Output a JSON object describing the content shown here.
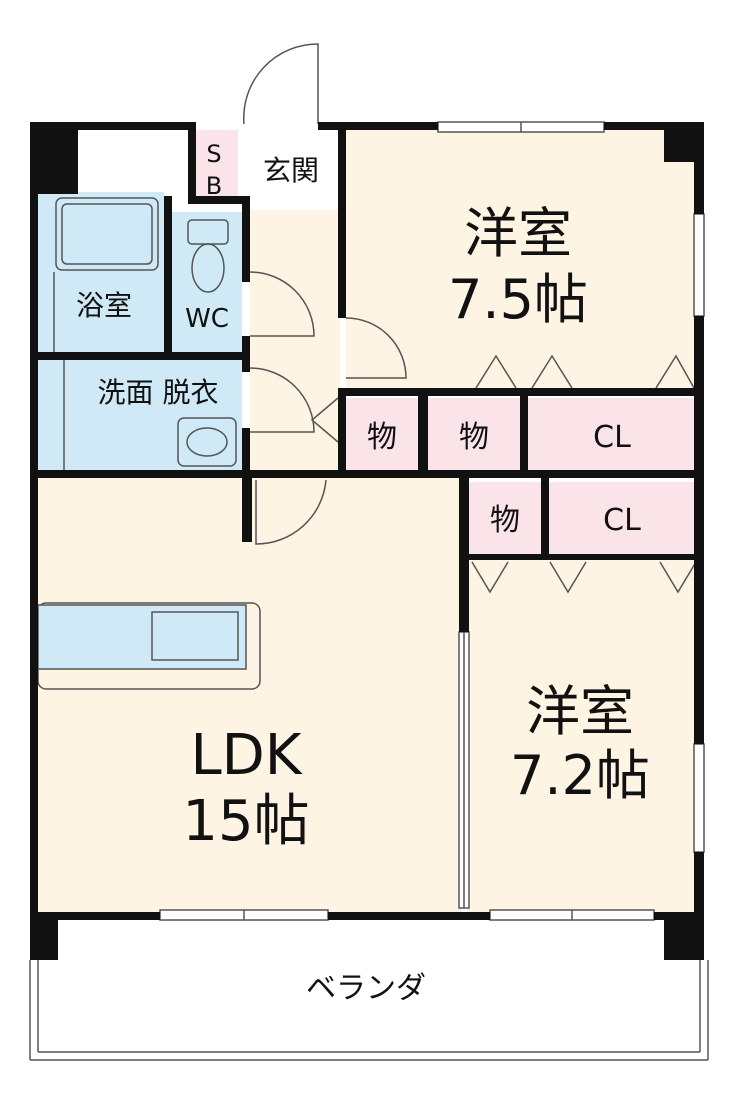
{
  "colors": {
    "room_floor": "#fdf4e3",
    "wet_area": "#cfe9f6",
    "storage": "#fbe3ea",
    "wall": "#111111",
    "line": "#555555"
  },
  "rooms": {
    "shoebox": {
      "line1": "S",
      "line2": "B"
    },
    "entrance": {
      "label": "玄関"
    },
    "western_1": {
      "name": "洋室",
      "size": "7.5帖"
    },
    "bath": {
      "label": "浴室"
    },
    "wc": {
      "label": "WC"
    },
    "washroom": {
      "label": "洗面 脱衣"
    },
    "storage_1": {
      "label": "物"
    },
    "storage_2": {
      "label": "物"
    },
    "closet_1": {
      "label": "CL"
    },
    "storage_3": {
      "label": "物"
    },
    "closet_2": {
      "label": "CL"
    },
    "western_2": {
      "name": "洋室",
      "size": "7.2帖"
    },
    "ldk": {
      "name": "LDK",
      "size": "15帖"
    },
    "balcony": {
      "label": "ベランダ"
    }
  }
}
